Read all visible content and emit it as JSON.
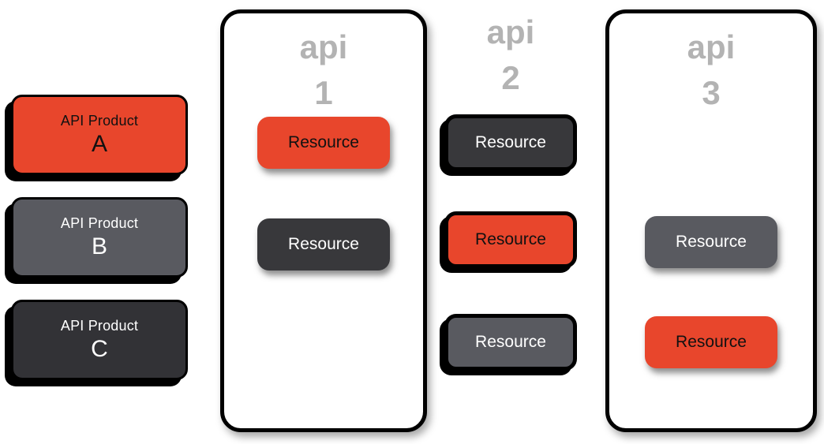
{
  "colors": {
    "orange": "#E8462C",
    "dark": "#38383B",
    "gray": "#595A60",
    "label_gray": "#B3B3B3",
    "black": "#000000",
    "white": "#FFFFFF"
  },
  "products": [
    {
      "line1": "API Product",
      "letter": "A",
      "variant": "orange"
    },
    {
      "line1": "API Product",
      "letter": "B",
      "variant": "gray"
    },
    {
      "line1": "API Product",
      "letter": "C",
      "variant": "dark"
    }
  ],
  "apis": [
    {
      "label": "api",
      "number": "1",
      "has_container": true,
      "resources": [
        {
          "label": "Resource",
          "variant": "orange"
        },
        {
          "label": "Resource",
          "variant": "dark"
        }
      ]
    },
    {
      "label": "api",
      "number": "2",
      "has_container": false,
      "resources": [
        {
          "label": "Resource",
          "variant": "dark"
        },
        {
          "label": "Resource",
          "variant": "orange"
        },
        {
          "label": "Resource",
          "variant": "gray"
        }
      ]
    },
    {
      "label": "api",
      "number": "3",
      "has_container": true,
      "resources": [
        {
          "label": "Resource",
          "variant": "gray"
        },
        {
          "label": "Resource",
          "variant": "orange"
        }
      ]
    }
  ]
}
